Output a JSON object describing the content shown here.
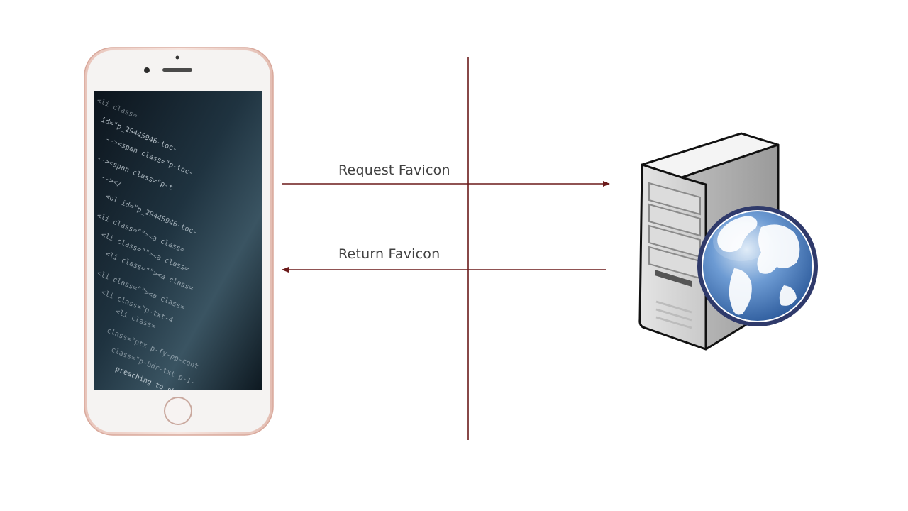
{
  "diagram": {
    "nodes": [
      {
        "id": "phone",
        "icon": "smartphone-icon"
      },
      {
        "id": "server",
        "icon": "web-server-icon"
      }
    ],
    "edges": [
      {
        "from": "phone",
        "to": "server",
        "label": "Request Favicon"
      },
      {
        "from": "server",
        "to": "phone",
        "label": "Return Favicon"
      }
    ],
    "labels": {
      "request": "Request Favicon",
      "return": "Return Favicon"
    },
    "colors": {
      "arrow": "#6b1a1a",
      "divider": "#6b1a1a",
      "phone_body": "#f3d9d2",
      "globe": "#4a7fc4",
      "server": "#d8d8d8"
    },
    "phone_screen": {
      "code_lines": [
        "<li class=",
        "id=\"p_29445946-toc-",
        "--><span class=\"p-toc-",
        "--><span class=\"p-t",
        "--></",
        "<ol id=\"p_29445946-toc-",
        "<li class=\"\"><a class=",
        "<li class=\"\"><a class=",
        "<li class=\"\"><a class=",
        "<li class=\"\"><a class=",
        "<li class=\"p-txt-4",
        "<li class=",
        "class=\"ptx p-fy-pp-cont",
        "class=\"p-bdr-txt p-1-",
        "preaching to share</a"
      ]
    }
  }
}
